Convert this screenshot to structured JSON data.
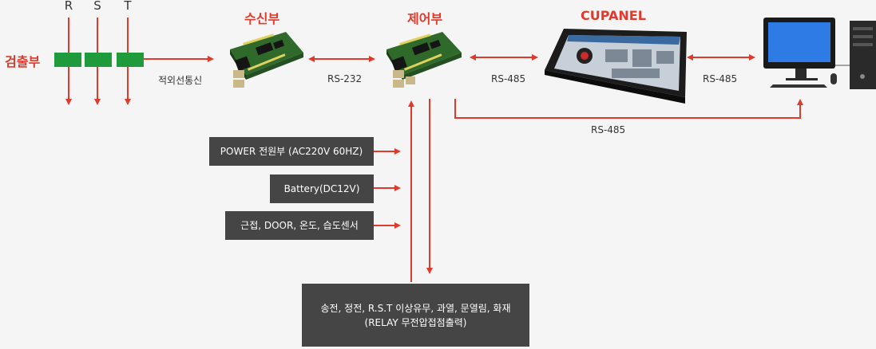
{
  "phases": [
    "R",
    "S",
    "T"
  ],
  "detector_label": "검출부",
  "receiver_label": "수신부",
  "controller_label": "제어부",
  "panel_label": "CUPANEL",
  "link_labels": {
    "infrared": "적외선통신",
    "rs232": "RS-232",
    "rs485_panel": "RS-485",
    "rs485_pc": "RS-485",
    "rs485_bottom": "RS-485"
  },
  "inputs": {
    "power": "POWER 전원부 (AC220V 60HZ)",
    "battery": "Battery(DC12V)",
    "sensors": "근접, DOOR, 온도, 습도센서"
  },
  "output": {
    "line1": "송전, 정전, R.S.T 이상유무, 과열, 문열림, 화재",
    "line2": "(RELAY 무전압접점출력)"
  },
  "colors": {
    "arrow": "#e03a2c",
    "box": "#454545",
    "sensor_block": "#1f9a3c",
    "background": "#f5f5f5"
  }
}
